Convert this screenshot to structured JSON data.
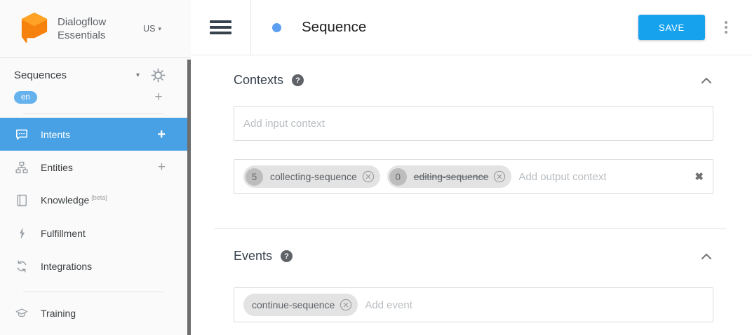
{
  "brand": {
    "line1": "Dialogflow",
    "line2": "Essentials",
    "region": "US",
    "caret": "▾"
  },
  "sidebar": {
    "agent_name": "Sequences",
    "agent_caret": "▾",
    "language": "en",
    "language_add": "+",
    "items": [
      {
        "label": "Intents",
        "add": "+",
        "active": true
      },
      {
        "label": "Entities",
        "add": "+"
      },
      {
        "label": "Knowledge",
        "badge": "[beta]"
      },
      {
        "label": "Fulfillment"
      },
      {
        "label": "Integrations"
      },
      {
        "label": "Training"
      }
    ]
  },
  "header": {
    "title": "Sequence",
    "save": "SAVE"
  },
  "contexts": {
    "title": "Contexts",
    "help": "?",
    "input_placeholder": "Add input context",
    "output_placeholder": "Add output context",
    "chips": [
      {
        "count": "5",
        "label": "collecting-sequence",
        "strikethrough": false
      },
      {
        "count": "0",
        "label": "editing-sequence",
        "strikethrough": true
      }
    ],
    "clear": "✖"
  },
  "events": {
    "title": "Events",
    "help": "?",
    "placeholder": "Add event",
    "chips": [
      {
        "label": "continue-sequence"
      }
    ]
  },
  "colors": {
    "save_blue": "#17a2ee",
    "selected_blue": "#47a1e4",
    "lang_badge_blue": "#66b2ed",
    "priority_dot_blue": "#5c9ff0",
    "logo_orange": "#F6820D",
    "logo_orange_light": "#FFA226"
  }
}
